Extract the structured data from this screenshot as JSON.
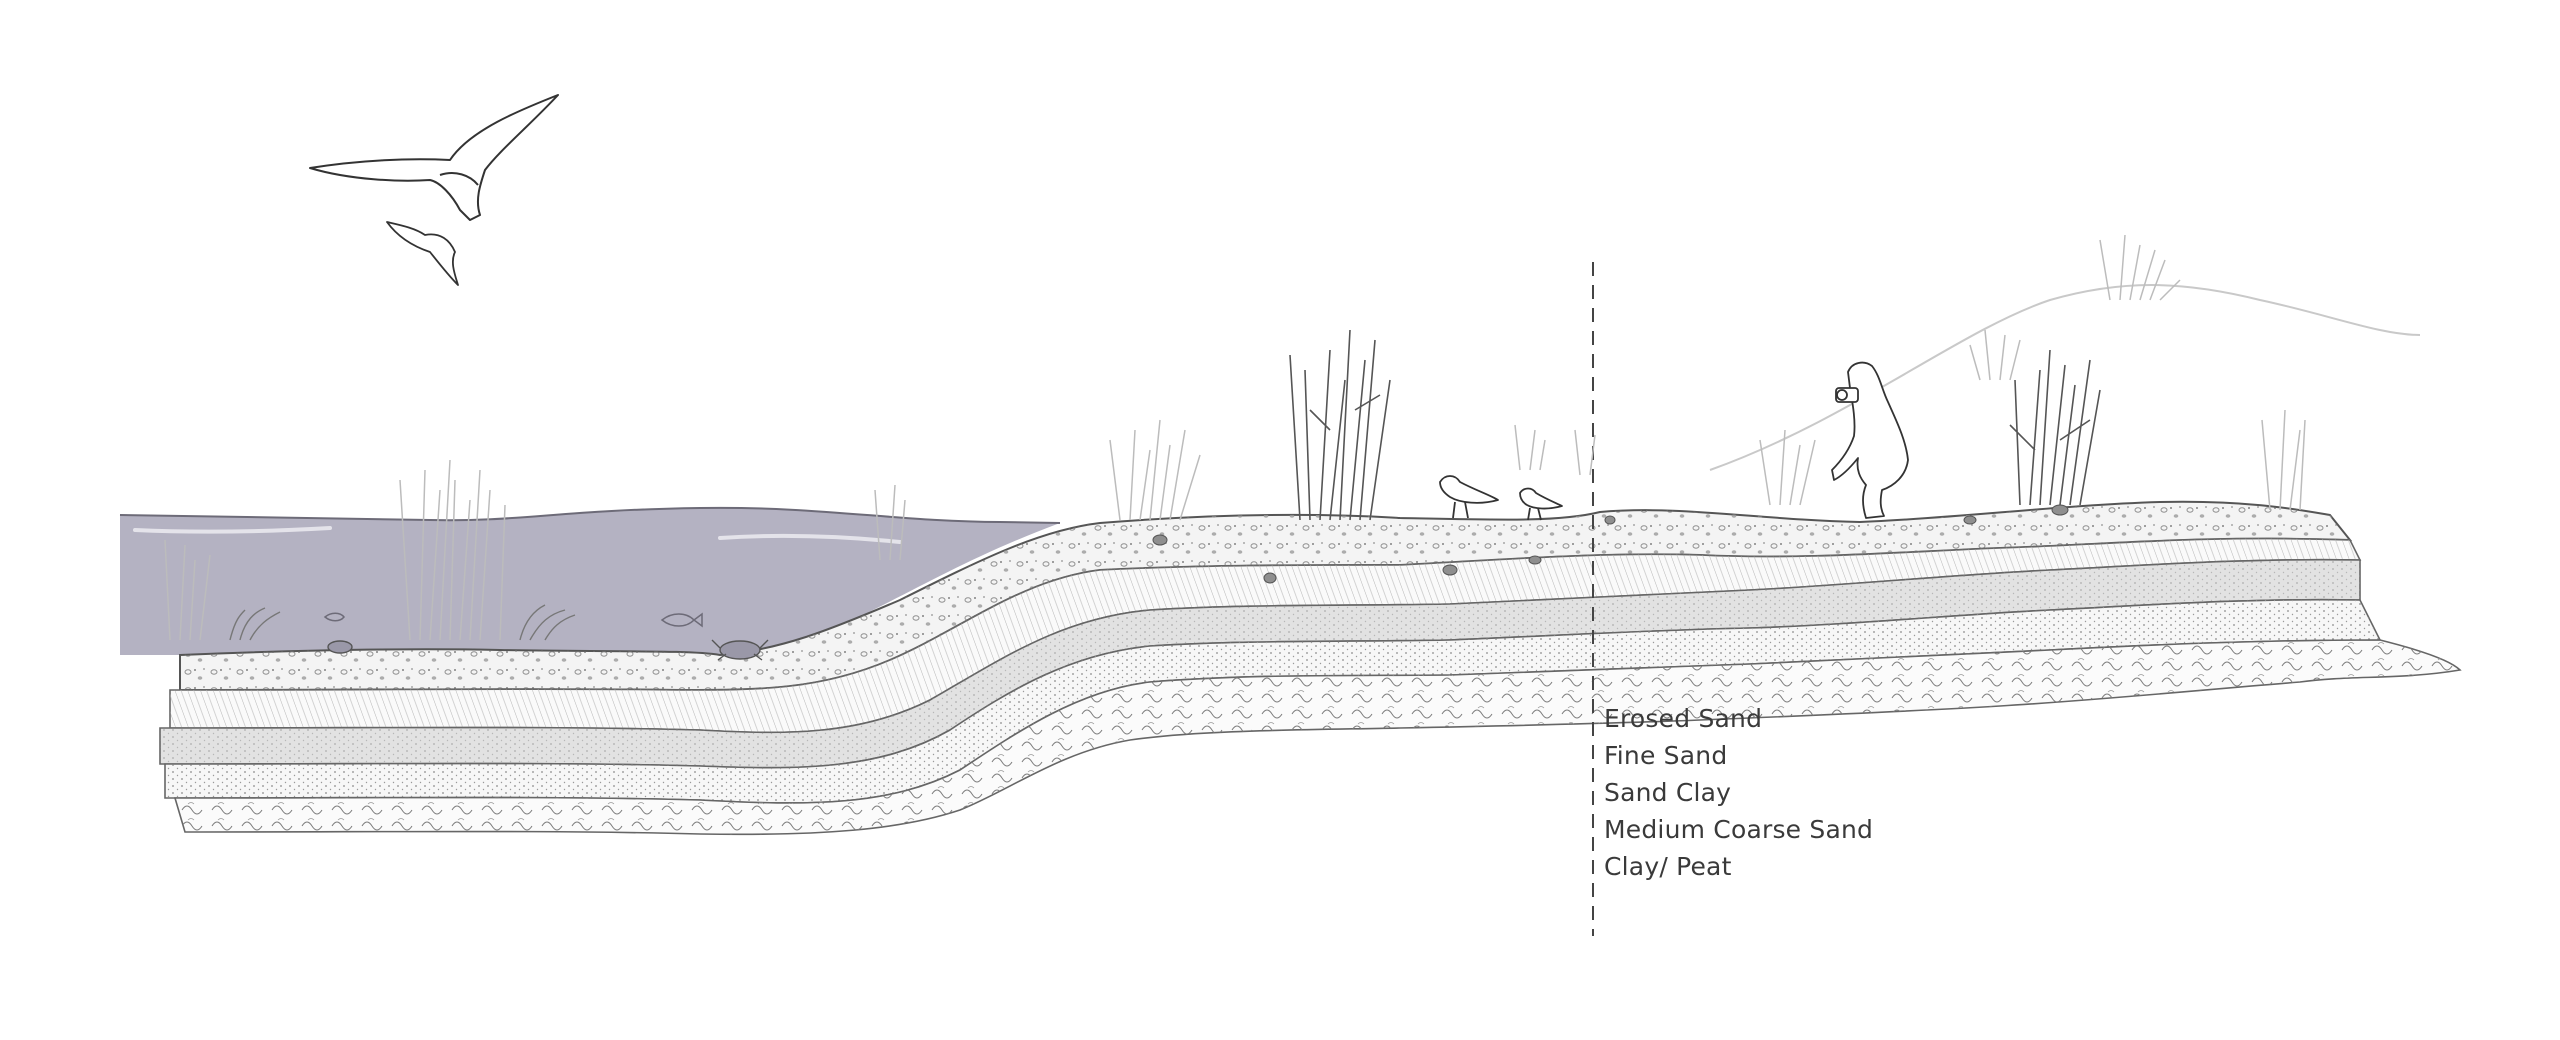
{
  "legend": {
    "items": [
      "Erosed Sand",
      "Fine Sand",
      "Sand Clay",
      "Medium Coarse Sand",
      "Clay/ Peat"
    ]
  },
  "colors": {
    "water": "#b4b2c2",
    "water_highlight": "#e4e3ea",
    "layer_light_gray": "#e5e5e5",
    "layer_mid_gray": "#d4d4d4",
    "line": "#555555",
    "faint_line": "#bdbdbd"
  },
  "icons": [
    "seagull-flying-icon",
    "seagull-walking-icon",
    "photographer-icon",
    "fish-icon",
    "crab-icon",
    "shrub-icon",
    "reed-icon"
  ]
}
